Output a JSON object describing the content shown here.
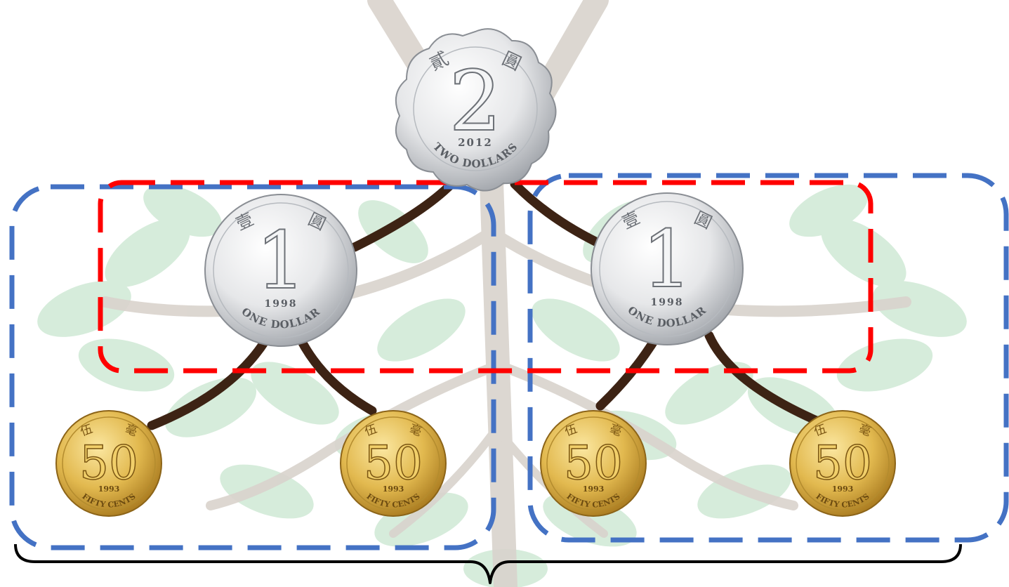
{
  "coins": {
    "two_dollar": {
      "value": "2",
      "year": "2012",
      "label": "TWO DOLLARS",
      "chinese_left": "貳",
      "chinese_right": "圓",
      "metal": "silver",
      "shape": "scalloped"
    },
    "one_dollar_left": {
      "value": "1",
      "year": "1998",
      "label": "ONE DOLLAR",
      "chinese_left": "壹",
      "chinese_right": "圓",
      "metal": "silver"
    },
    "one_dollar_right": {
      "value": "1",
      "year": "1998",
      "label": "ONE DOLLAR",
      "chinese_left": "壹",
      "chinese_right": "圓",
      "metal": "silver"
    },
    "fifty_cents": [
      {
        "value": "50",
        "year": "1993",
        "label": "FIFTY CENTS",
        "chinese_left": "伍",
        "chinese_right": "毫",
        "metal": "gold"
      },
      {
        "value": "50",
        "year": "1993",
        "label": "FIFTY CENTS",
        "chinese_left": "伍",
        "chinese_right": "毫",
        "metal": "gold"
      },
      {
        "value": "50",
        "year": "1993",
        "label": "FIFTY CENTS",
        "chinese_left": "伍",
        "chinese_right": "毫",
        "metal": "gold"
      },
      {
        "value": "50",
        "year": "1993",
        "label": "FIFTY CENTS",
        "chinese_left": "伍",
        "chinese_right": "毫",
        "metal": "gold"
      }
    ]
  },
  "colors": {
    "red_box": "#ff0000",
    "blue_box": "#4472c4",
    "branch": "#3d2314",
    "leaf": "#cfe9d5",
    "trunk": "#d9d3cc",
    "brace": "#000000"
  }
}
